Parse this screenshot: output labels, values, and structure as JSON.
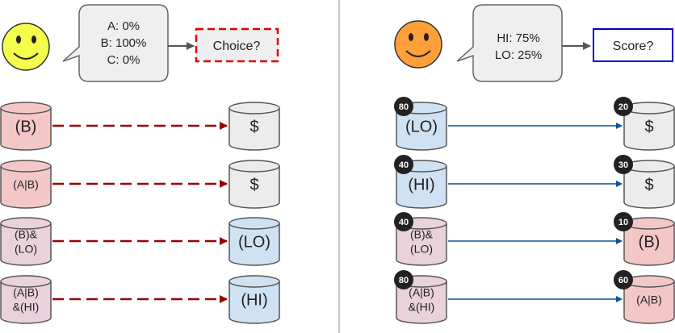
{
  "colors": {
    "face_left": "#f3ff4a",
    "face_right": "#ff9f3a",
    "bubble_fill": "#efefef",
    "bubble_stroke": "#666666",
    "cyl_pink": "#f4c7c7",
    "cyl_lightpink": "#ead1dc",
    "cyl_gray": "#ececec",
    "cyl_blue": "#cfe2f3",
    "arrow_left": "#990000",
    "arrow_right": "#0b5394",
    "choice_border": "#e00000",
    "score_border": "#0000cc",
    "badge_fill": "#222222",
    "badge_text": "#ffffff",
    "divider": "#888888"
  },
  "left": {
    "bubble_lines": [
      "A: 0%",
      "B: 100%",
      "C: 0%"
    ],
    "box_label": "Choice?",
    "rows": [
      {
        "source": [
          "(B)"
        ],
        "target": [
          "$"
        ]
      },
      {
        "source": [
          "(A|B)"
        ],
        "target": [
          "$"
        ]
      },
      {
        "source": [
          "(B)&",
          "(LO)"
        ],
        "target": [
          "(LO)"
        ]
      },
      {
        "source": [
          "(A|B)",
          "&(HI)"
        ],
        "target": [
          "(HI)"
        ]
      }
    ]
  },
  "right": {
    "bubble_lines": [
      "HI: 75%",
      "LO: 25%"
    ],
    "box_label": "Score?",
    "rows": [
      {
        "source": [
          "(LO)"
        ],
        "source_badge": "80",
        "target": [
          "$"
        ],
        "target_badge": "20"
      },
      {
        "source": [
          "(HI)"
        ],
        "source_badge": "40",
        "target": [
          "$"
        ],
        "target_badge": "30"
      },
      {
        "source": [
          "(B)&",
          "(LO)"
        ],
        "source_badge": "40",
        "target": [
          "(B)"
        ],
        "target_badge": "10"
      },
      {
        "source": [
          "(A|B)",
          "&(HI)"
        ],
        "source_badge": "80",
        "target": [
          "(A|B)"
        ],
        "target_badge": "60"
      }
    ]
  }
}
